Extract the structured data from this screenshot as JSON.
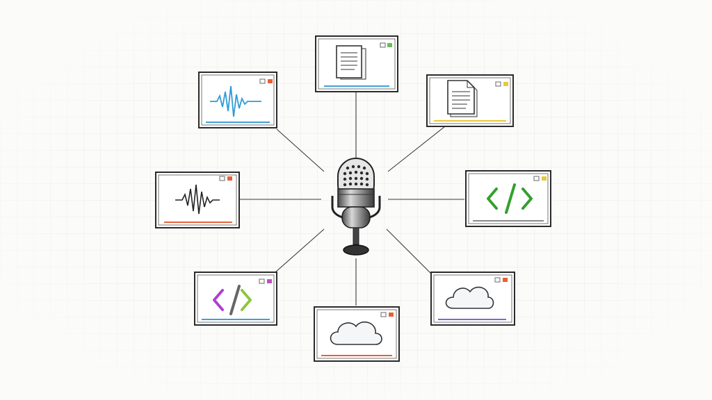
{
  "diagram": {
    "hub": {
      "icon": "microphone-icon"
    },
    "windows": [
      {
        "id": "top-center",
        "icon": "document-icon",
        "accent": "#3fa0d8",
        "badges": [
          "#808080",
          "#6fb95a"
        ]
      },
      {
        "id": "top-right",
        "icon": "document-icon",
        "accent": "#e8c93a",
        "badges": [
          "#808080",
          "#e8c93a"
        ]
      },
      {
        "id": "upper-left",
        "icon": "waveform-icon",
        "accent": "#3fa0d8",
        "icon_color": "#2f9ad6",
        "badges": [
          "#808080",
          "#e8603a"
        ]
      },
      {
        "id": "middle-left",
        "icon": "waveform-icon",
        "accent": "#e8603a",
        "icon_color": "#222222",
        "badges": [
          "#808080",
          "#e8603a"
        ]
      },
      {
        "id": "middle-right",
        "icon": "code-brackets-icon",
        "accent": "#8a8a8a",
        "icon_color": "#33a02c",
        "badges": [
          "#808080",
          "#e8c93a"
        ]
      },
      {
        "id": "lower-left",
        "icon": "code-brackets-icon",
        "accent": "#3fa0d8",
        "icon_colors": [
          "#b03fd0",
          "#8ec63f"
        ],
        "badges": [
          "#808080",
          "#c04fc0"
        ]
      },
      {
        "id": "bottom-center",
        "icon": "cloud-icon",
        "accent": "#e8603a",
        "badges": [
          "#808080",
          "#e8603a"
        ]
      },
      {
        "id": "lower-right",
        "icon": "cloud-icon",
        "accent": "#8e5fd0",
        "badges": [
          "#808080",
          "#e8603a"
        ]
      }
    ]
  }
}
